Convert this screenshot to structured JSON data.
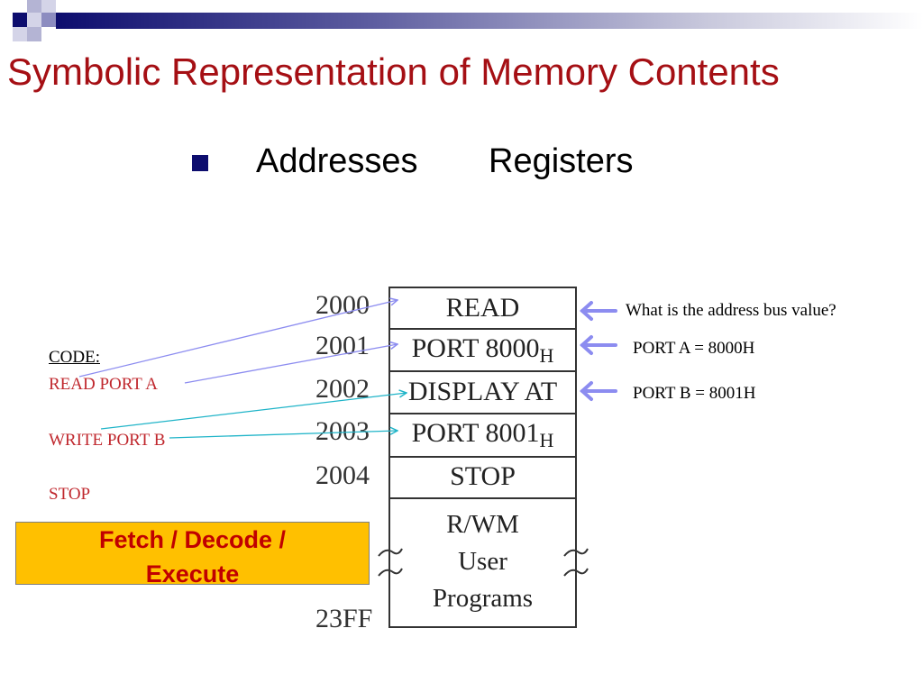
{
  "title": "Symbolic Representation of Memory Contents",
  "bullet": {
    "words": [
      "Addresses",
      "Registers"
    ]
  },
  "memory": {
    "addresses": [
      "2000",
      "2001",
      "2002",
      "2003",
      "2004",
      "23FF"
    ],
    "cells": [
      {
        "main": "READ",
        "sub": ""
      },
      {
        "main": "PORT 8000",
        "sub": "H"
      },
      {
        "main": "DISPLAY AT",
        "sub": ""
      },
      {
        "main": "PORT 8001",
        "sub": "H"
      },
      {
        "main": "STOP",
        "sub": ""
      }
    ],
    "user_block": [
      "R/WM",
      "User",
      "Programs"
    ]
  },
  "notes": {
    "address_bus_question": "What is the address bus value?",
    "port_a": "PORT A = 8000H",
    "port_b": "PORT B = 8001H"
  },
  "code": {
    "label": "CODE:",
    "line1": "READ    PORT A",
    "line2": "WRITE  PORT B",
    "line3": "STOP"
  },
  "fetch_box": {
    "line1": "Fetch / Decode /",
    "line2": "Execute"
  },
  "colors": {
    "title": "#a50f14",
    "code_text": "#c0282e",
    "fetch_bg": "#ffc000",
    "fetch_text": "#c00000",
    "arrow_periwinkle": "#8c8cf0",
    "arrow_cyan": "#1fb4c8"
  }
}
